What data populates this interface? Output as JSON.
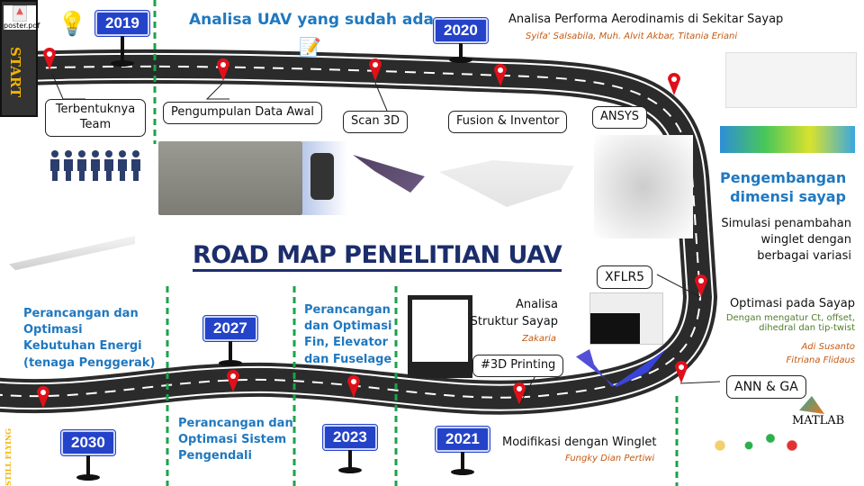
{
  "title": "ROAD MAP PENELITIAN UAV",
  "start_label": "START",
  "end_label": "STILL FLYING",
  "file_icon_label": "poster.pdf",
  "years": [
    "2019",
    "2020",
    "2021",
    "2023",
    "2027",
    "2030"
  ],
  "top": {
    "heading": "Analisa UAV yang sudah ada",
    "callouts": [
      "Terbentuknya Team",
      "Pengumpulan Data Awal",
      "Scan 3D",
      "Fusion & Inventor",
      "ANSYS"
    ],
    "aero_title": "Analisa Performa Aerodinamis di Sekitar Sayap",
    "aero_authors": "Syifa' Salsabila, Muh. Alvit Akbar, Titania Eriani"
  },
  "right": {
    "heading": "Pengembangan dimensi sayap",
    "sim_text": "Simulasi penambahan winglet dengan berbagai variasi",
    "xflr": "XFLR5",
    "opt_title": "Optimasi pada Sayap",
    "opt_sub": "Dengan mengatur Ct, offset, dihedral dan tip-twist",
    "opt_authors": [
      "Adi Susanto",
      "Fitriana Flidaus"
    ],
    "ann": "ANN & GA",
    "matlab": "MATLAB"
  },
  "bottom": {
    "struktur": "Analisa Struktur Sayap",
    "struktur_author": "Zakaria",
    "printing": "#3D Printing",
    "winglet": "Modifikasi dengan Winglet",
    "winglet_author": "Fungky Dian Pertiwi",
    "fin": "Perancangan dan Optimasi Fin, Elevator dan Fuselage",
    "kendali": "Perancangan dan Optimasi Sistem Pengendali",
    "energi": "Perancangan dan Optimasi Kebutuhan Energi (tenaga Penggerak)"
  },
  "colors": {
    "accent": "#1f78c0",
    "title": "#1c2d6b",
    "sign": "#2443c8",
    "pin": "#e0101a",
    "divider": "#1aa34a"
  }
}
